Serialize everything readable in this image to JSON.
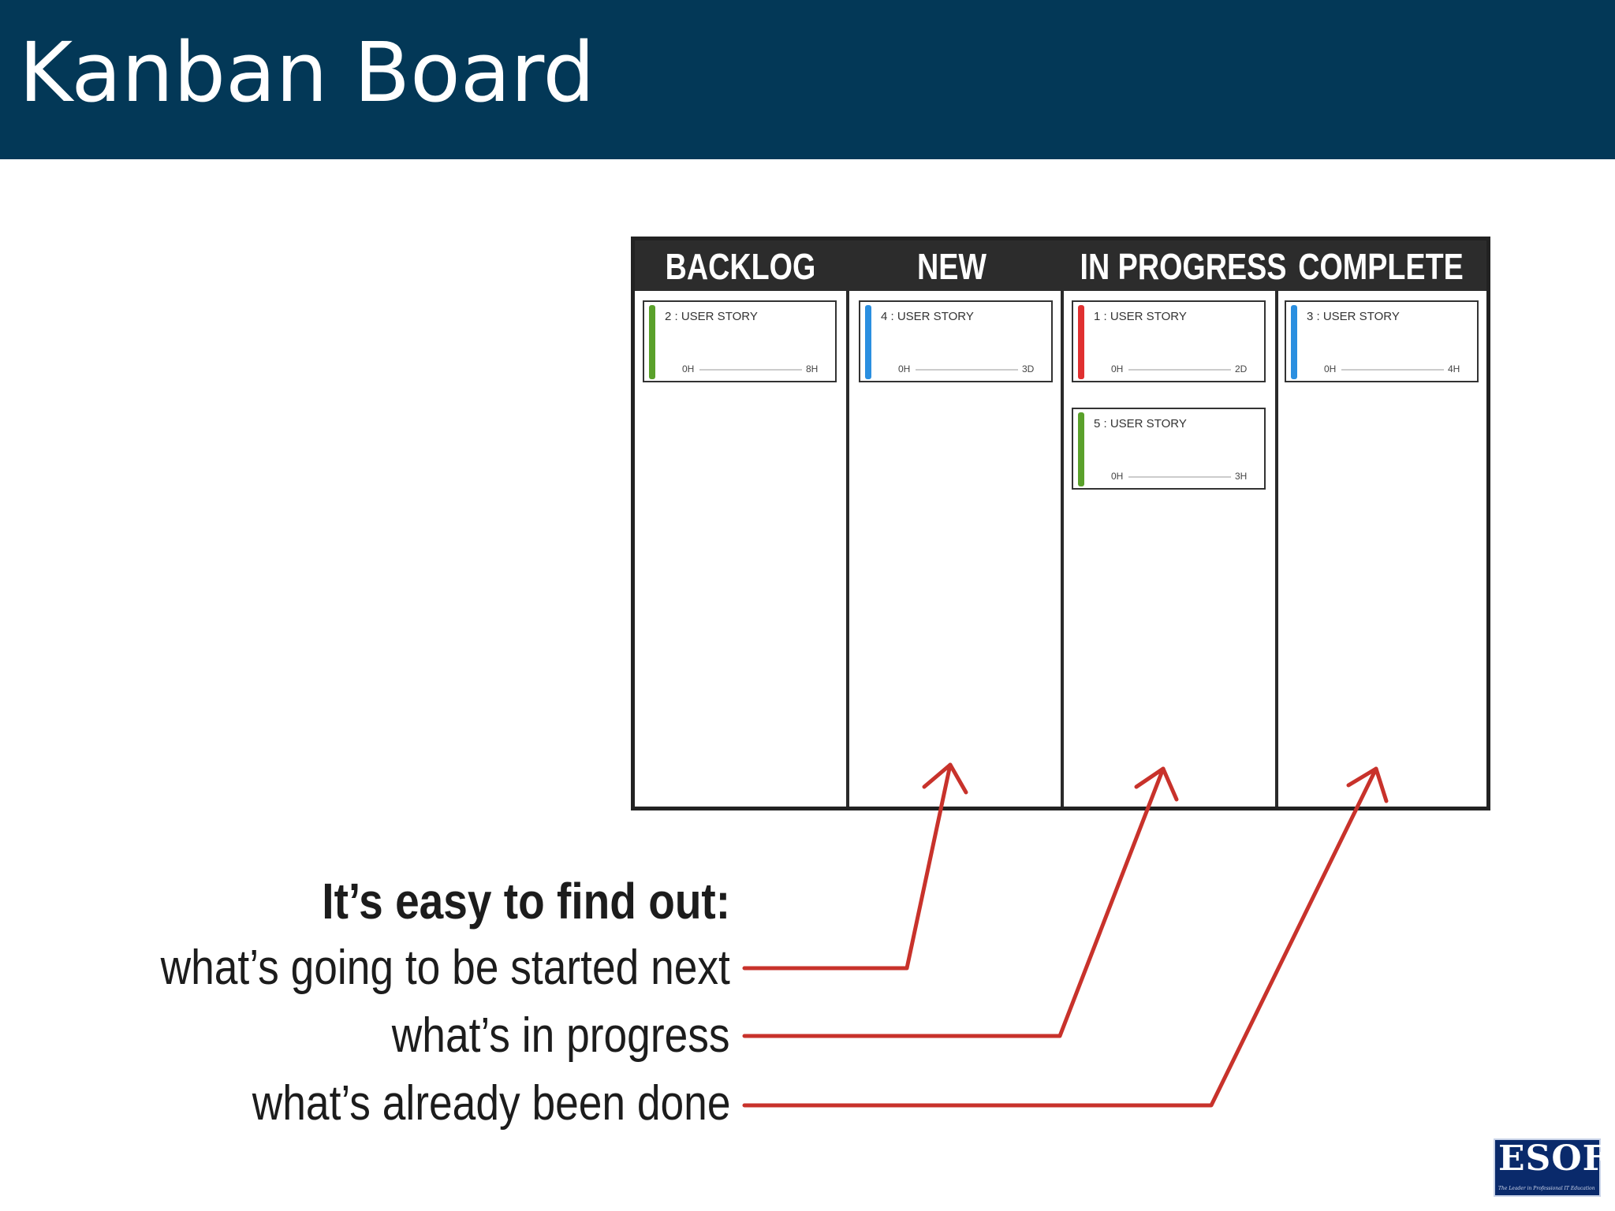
{
  "header": {
    "title": "Kanban Board"
  },
  "board": {
    "columns": [
      {
        "title": "BACKLOG"
      },
      {
        "title": "NEW"
      },
      {
        "title": "IN PROGRESS"
      },
      {
        "title": "COMPLETE"
      }
    ],
    "cards": [
      {
        "column": "BACKLOG",
        "label": "2 : USER STORY",
        "start": "0H",
        "end": "8H",
        "color": "#5aa12b"
      },
      {
        "column": "NEW",
        "label": "4 : USER STORY",
        "start": "0H",
        "end": "3D",
        "color": "#2a8fe0"
      },
      {
        "column": "IN PROGRESS",
        "label": "1 : USER STORY",
        "start": "0H",
        "end": "2D",
        "color": "#e03030"
      },
      {
        "column": "IN PROGRESS",
        "label": "5 : USER STORY",
        "start": "0H",
        "end": "3H",
        "color": "#5aa12b"
      },
      {
        "column": "COMPLETE",
        "label": "3 : USER STORY",
        "start": "0H",
        "end": "4H",
        "color": "#2a8fe0"
      }
    ]
  },
  "captions": {
    "heading": "It’s easy to find out:",
    "items": [
      "what’s going to be started next",
      "what’s in progress",
      "what’s already been done"
    ]
  },
  "colors": {
    "header_bg": "#033857",
    "arrow": "#c8322b",
    "board_header": "#2c2c2c"
  },
  "logo": {
    "text": "ESOFT",
    "tagline": "The Leader in Professional IT Education"
  }
}
